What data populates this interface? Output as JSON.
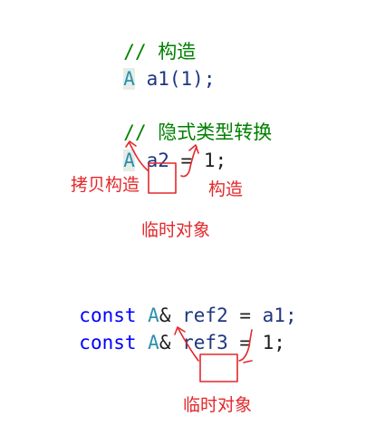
{
  "block1": {
    "comment_construct": "// 构造",
    "stmt1": {
      "type": "A",
      "rest": "a1(1);"
    },
    "comment_implicit": "// 隐式类型转换",
    "stmt2": {
      "type": "A",
      "var": "a2",
      "rest": " = 1;"
    }
  },
  "annotations1": {
    "copy_construct": "拷贝构造",
    "construct": "构造",
    "temp_object": "临时对象"
  },
  "block2": {
    "line1": {
      "kw": "const",
      "type": "A",
      "amp": "&",
      "var": "ref2",
      "op": " = ",
      "val": "a1;"
    },
    "line2": {
      "kw": "const",
      "type": "A",
      "amp": "&",
      "var": "ref3",
      "op": " = ",
      "val": "1;"
    }
  },
  "annotations2": {
    "temp_object": "临时对象"
  },
  "colors": {
    "ink_red": "#e3282b",
    "comment_green": "#008000",
    "keyword_blue": "#0000ff",
    "type_teal": "#2b91af"
  }
}
